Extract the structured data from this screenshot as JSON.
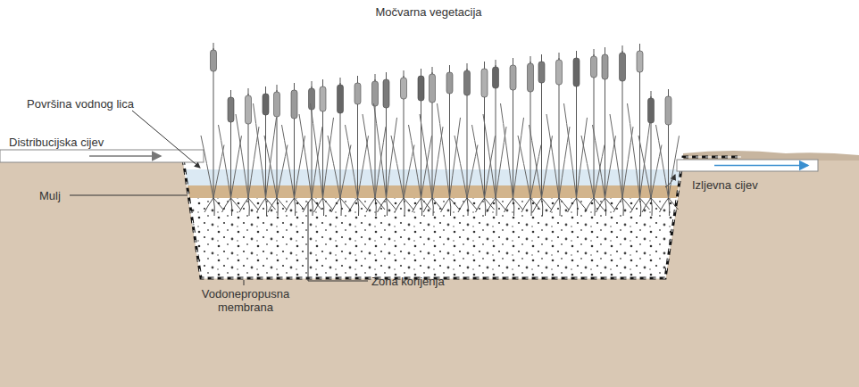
{
  "diagram": {
    "labels": [
      "Močvarna vegetacija",
      "Površina vodnog lica",
      "Distribucijska cijev",
      "Mulj",
      "Izljevna cijev",
      "Zona korijenja",
      "Vodonepropusna membrana"
    ]
  }
}
